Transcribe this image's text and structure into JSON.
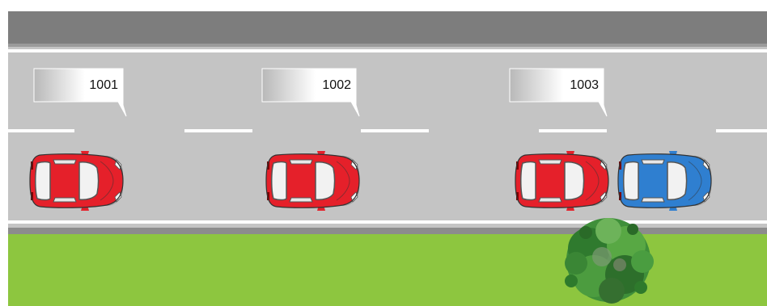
{
  "scene": {
    "colors": {
      "sidewalk": "#7d7d7d",
      "road": "#c4c4c4",
      "edge_line": "#ffffff",
      "curb": "#8c8c8c",
      "grass": "#8dc63f",
      "tag_light": "#ffffff",
      "tag_dark": "#b8b8b8"
    },
    "parking_tags": [
      {
        "label": "1001"
      },
      {
        "label": "1002"
      },
      {
        "label": "1003"
      }
    ],
    "cars": [
      {
        "color": "red",
        "hex": "#e5202a"
      },
      {
        "color": "red",
        "hex": "#e5202a"
      },
      {
        "color": "red",
        "hex": "#e5202a"
      },
      {
        "color": "blue",
        "hex": "#2f7fd0"
      }
    ],
    "tree_icon": "bush-tree-icon"
  }
}
